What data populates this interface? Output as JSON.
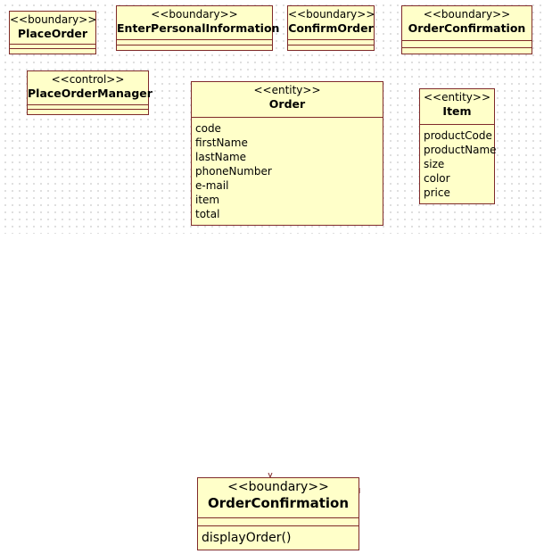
{
  "classes": {
    "place_order": {
      "stereotype": "<<boundary>>",
      "name": "PlaceOrder"
    },
    "enter_personal_information": {
      "stereotype": "<<boundary>>",
      "name": "EnterPersonalInformation"
    },
    "confirm_order": {
      "stereotype": "<<boundary>>",
      "name": "ConfirmOrder"
    },
    "order_confirmation": {
      "stereotype": "<<boundary>>",
      "name": "OrderConfirmation"
    },
    "place_order_manager": {
      "stereotype": "<<control>>",
      "name": "PlaceOrderManager"
    },
    "order": {
      "stereotype": "<<entity>>",
      "name": "Order",
      "attributes": [
        "code",
        "firstName",
        "lastName",
        "phoneNumber",
        "e-mail",
        "item",
        "total"
      ]
    },
    "item": {
      "stereotype": "<<entity>>",
      "name": "Item",
      "attributes": [
        "productCode",
        "productName",
        "size",
        "color",
        "price"
      ]
    },
    "order_confirmation_detail": {
      "stereotype": "<<boundary>>",
      "name": "OrderConfirmation",
      "operations": [
        "displayOrder()"
      ]
    }
  },
  "colors": {
    "class_fill": "#ffffc9",
    "class_border": "#7f2a2a",
    "grid_dots": "#d6d6d6"
  }
}
